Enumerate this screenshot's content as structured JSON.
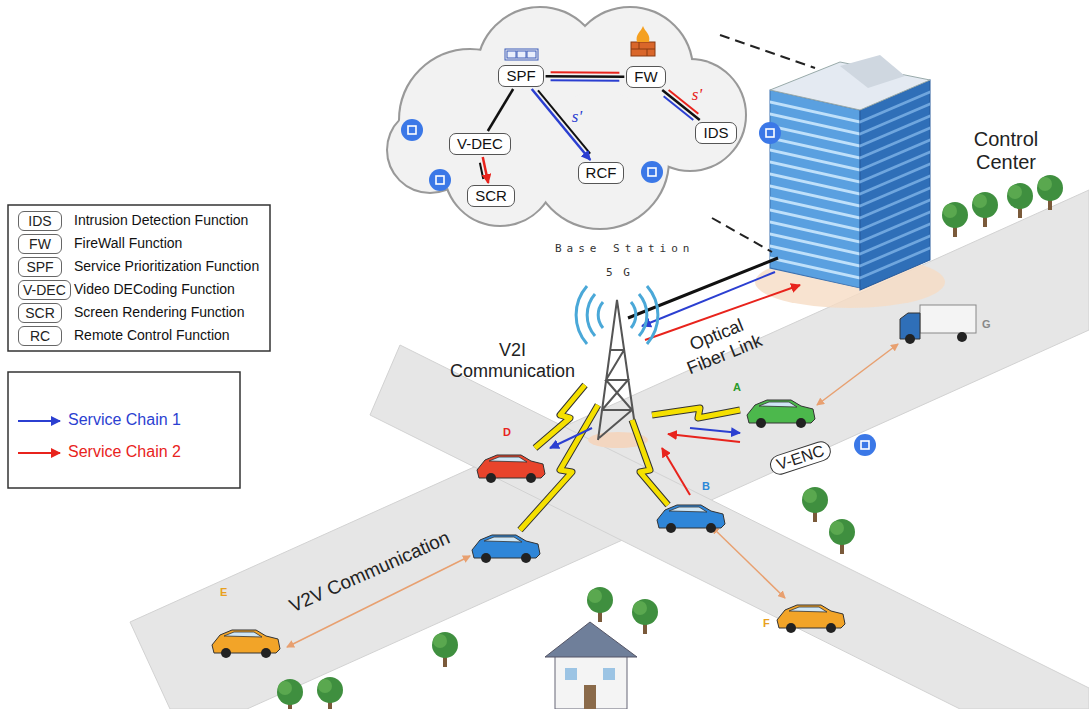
{
  "diagram": {
    "nodes": [
      {
        "text": [
          "SPF"
        ]
      },
      {
        "text": [
          "FW"
        ]
      },
      {
        "text": [
          "IDS"
        ]
      },
      {
        "text": [
          "V-DEC"
        ]
      },
      {
        "text": [
          "SCR"
        ]
      },
      {
        "text": [
          "RCF"
        ]
      }
    ],
    "edges": [
      {
        "from": 0,
        "to": 1,
        "arrow": "none"
      },
      {
        "from": 1,
        "to": 2,
        "arrow": "none",
        "label": "s'"
      },
      {
        "from": 0,
        "to": 3,
        "arrow": "none"
      },
      {
        "from": 3,
        "to": 4,
        "arrow": "to"
      },
      {
        "from": 0,
        "to": 5,
        "arrow": "to",
        "label": "s'"
      }
    ],
    "labels": [
      "IDS",
      "FW",
      "SPF",
      "V-DEC",
      "SCR",
      "RC",
      "Base Station",
      "5 G",
      "Control Center",
      "Optical Fiber Link",
      "V2I Communication",
      "V2V Communication",
      "V-ENC",
      "A",
      "B",
      "D",
      "E",
      "F",
      "G"
    ],
    "legend": [
      {
        "text": "Intrusion Detection Function"
      },
      {
        "text": "FireWall Function"
      },
      {
        "text": "Service Prioritization Function"
      },
      {
        "text": "Video DECoding Function"
      },
      {
        "text": "Screen Rendering Function"
      },
      {
        "text": "Remote Control Function"
      },
      {
        "text": "Service Chain 1"
      },
      {
        "text": "Service Chain 2"
      }
    ]
  }
}
